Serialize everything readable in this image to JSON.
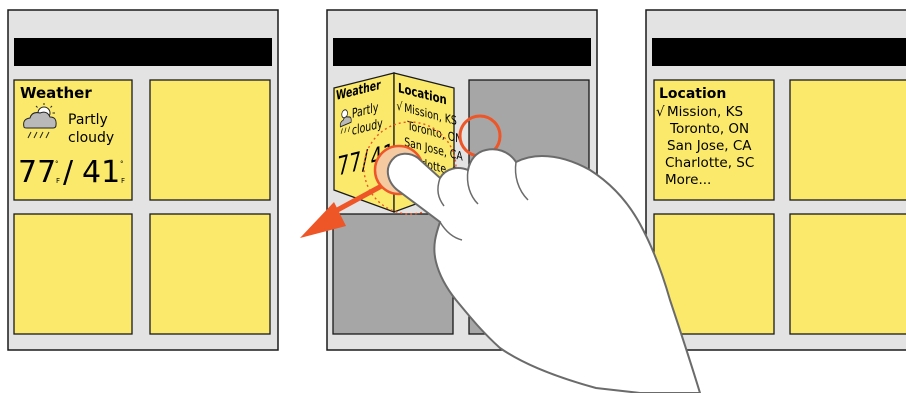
{
  "colors": {
    "phone_bg": "#e3e3e3",
    "phone_border": "#1a1a1a",
    "header_bar": "#000000",
    "tile_yellow": "#fbe96b",
    "tile_gray": "#a6a6a6",
    "arrow": "#ee5527",
    "touch_fill": "#f6caa0",
    "hand_outline": "#6b6b6b"
  },
  "weather_card": {
    "title": "Weather",
    "condition_line1": "Partly",
    "condition_line2": "cloudy",
    "high": "77",
    "low": "41",
    "degree": "°",
    "unit": "F",
    "separator": "/",
    "icon": "partly-cloudy-rain-icon"
  },
  "location_card": {
    "title": "Location",
    "checkmark": "√",
    "items": [
      "Mission, KS",
      "Toronto, ON",
      "San Jose, CA",
      "Charlotte, SC",
      "More..."
    ],
    "cube_items": [
      "Mission, KS",
      "Toronto, ON",
      "San Jose, CA",
      "Charlotte, SC"
    ]
  },
  "panels": [
    {
      "name": "before"
    },
    {
      "name": "during-rotation"
    },
    {
      "name": "after"
    }
  ],
  "gesture": {
    "icons": [
      "swipe-left-arrow-icon",
      "hand-icon",
      "touch-point-icon"
    ]
  }
}
